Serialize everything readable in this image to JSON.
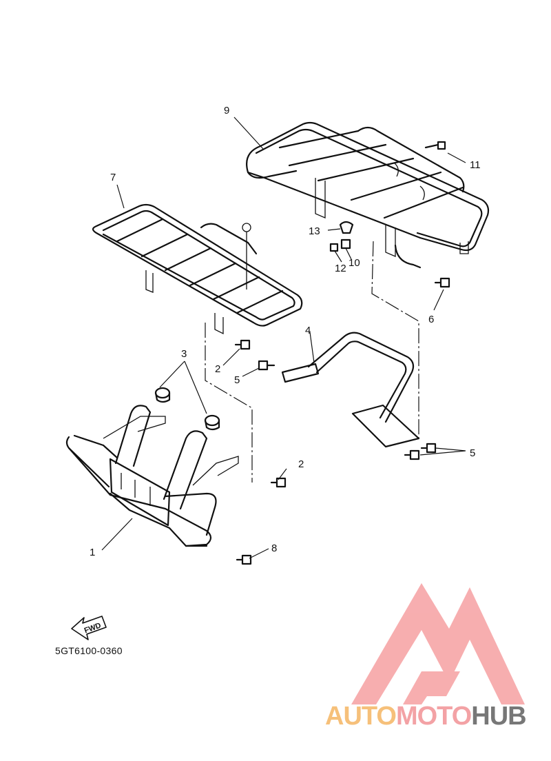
{
  "diagram": {
    "callouts": [
      "1",
      "2",
      "3",
      "4",
      "5",
      "6",
      "7",
      "8",
      "9",
      "10",
      "11",
      "12",
      "13"
    ],
    "diagram_code": "5GT6100-0360",
    "fwd_label": "FWD"
  },
  "watermark": {
    "text_part1": "AUTO",
    "text_part2": "MOTO",
    "text_part3": "HUB",
    "logo_color": "#f6a0a2",
    "accent_color": "#f6c07a",
    "gray_color": "#777777"
  }
}
